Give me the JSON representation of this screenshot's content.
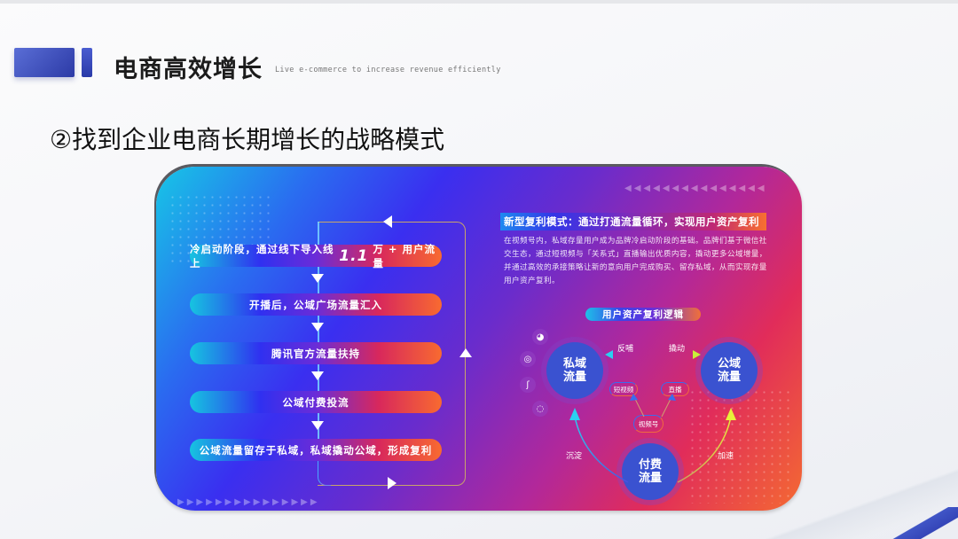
{
  "header": {
    "title": "电商高效增长",
    "subtitle_en": "Live e-commerce to increase revenue efficiently"
  },
  "section": {
    "heading": "②找到企业电商长期增长的战略模式"
  },
  "flow": {
    "steps": [
      {
        "prefix": "冷启动阶段，通过线下导入线上",
        "highlight": "1.1",
        "suffix": "万 + 用户流量"
      },
      {
        "text": "开播后，公域广场流量汇入"
      },
      {
        "text": "腾讯官方流量扶持"
      },
      {
        "text": "公域付费投流"
      },
      {
        "text": "公域流量留存于私域，私域撬动公域，形成复利"
      }
    ]
  },
  "model": {
    "title": "新型复利模式：通过打通流量循环，实现用户资产复利",
    "body": "在视频号内，私域存量用户成为品牌冷启动阶段的基础。品牌们基于微信社交生态，通过短视频与「关系式」直播输出优质内容，撬动更多公域增量，并通过高效的承接策略让新的意向用户完成购买、留存私域，从而实现存量用户资产复利。"
  },
  "logic": {
    "title": "用户资产复利逻辑",
    "private_traffic": "私域\n流量",
    "public_traffic": "公域\n流量",
    "paid_traffic": "付费\n流量",
    "arrow_left_label": "反哺",
    "arrow_right_label": "撬动",
    "short_video": "短视频",
    "live": "直播",
    "channels": "视频号",
    "sink_label": "沉淀",
    "accelerate_label": "加速",
    "side_icons": [
      "wechat-icon",
      "moments-icon",
      "mini-program-icon",
      "chat-icon"
    ]
  },
  "colors": {
    "brand_blue": "#3a4fc4",
    "cyan": "#17c6e6",
    "violet": "#3a2ff0",
    "magenta": "#b2289a",
    "red": "#e12c5a",
    "orange": "#f46a32",
    "circle_blue": "#3a52d0"
  }
}
